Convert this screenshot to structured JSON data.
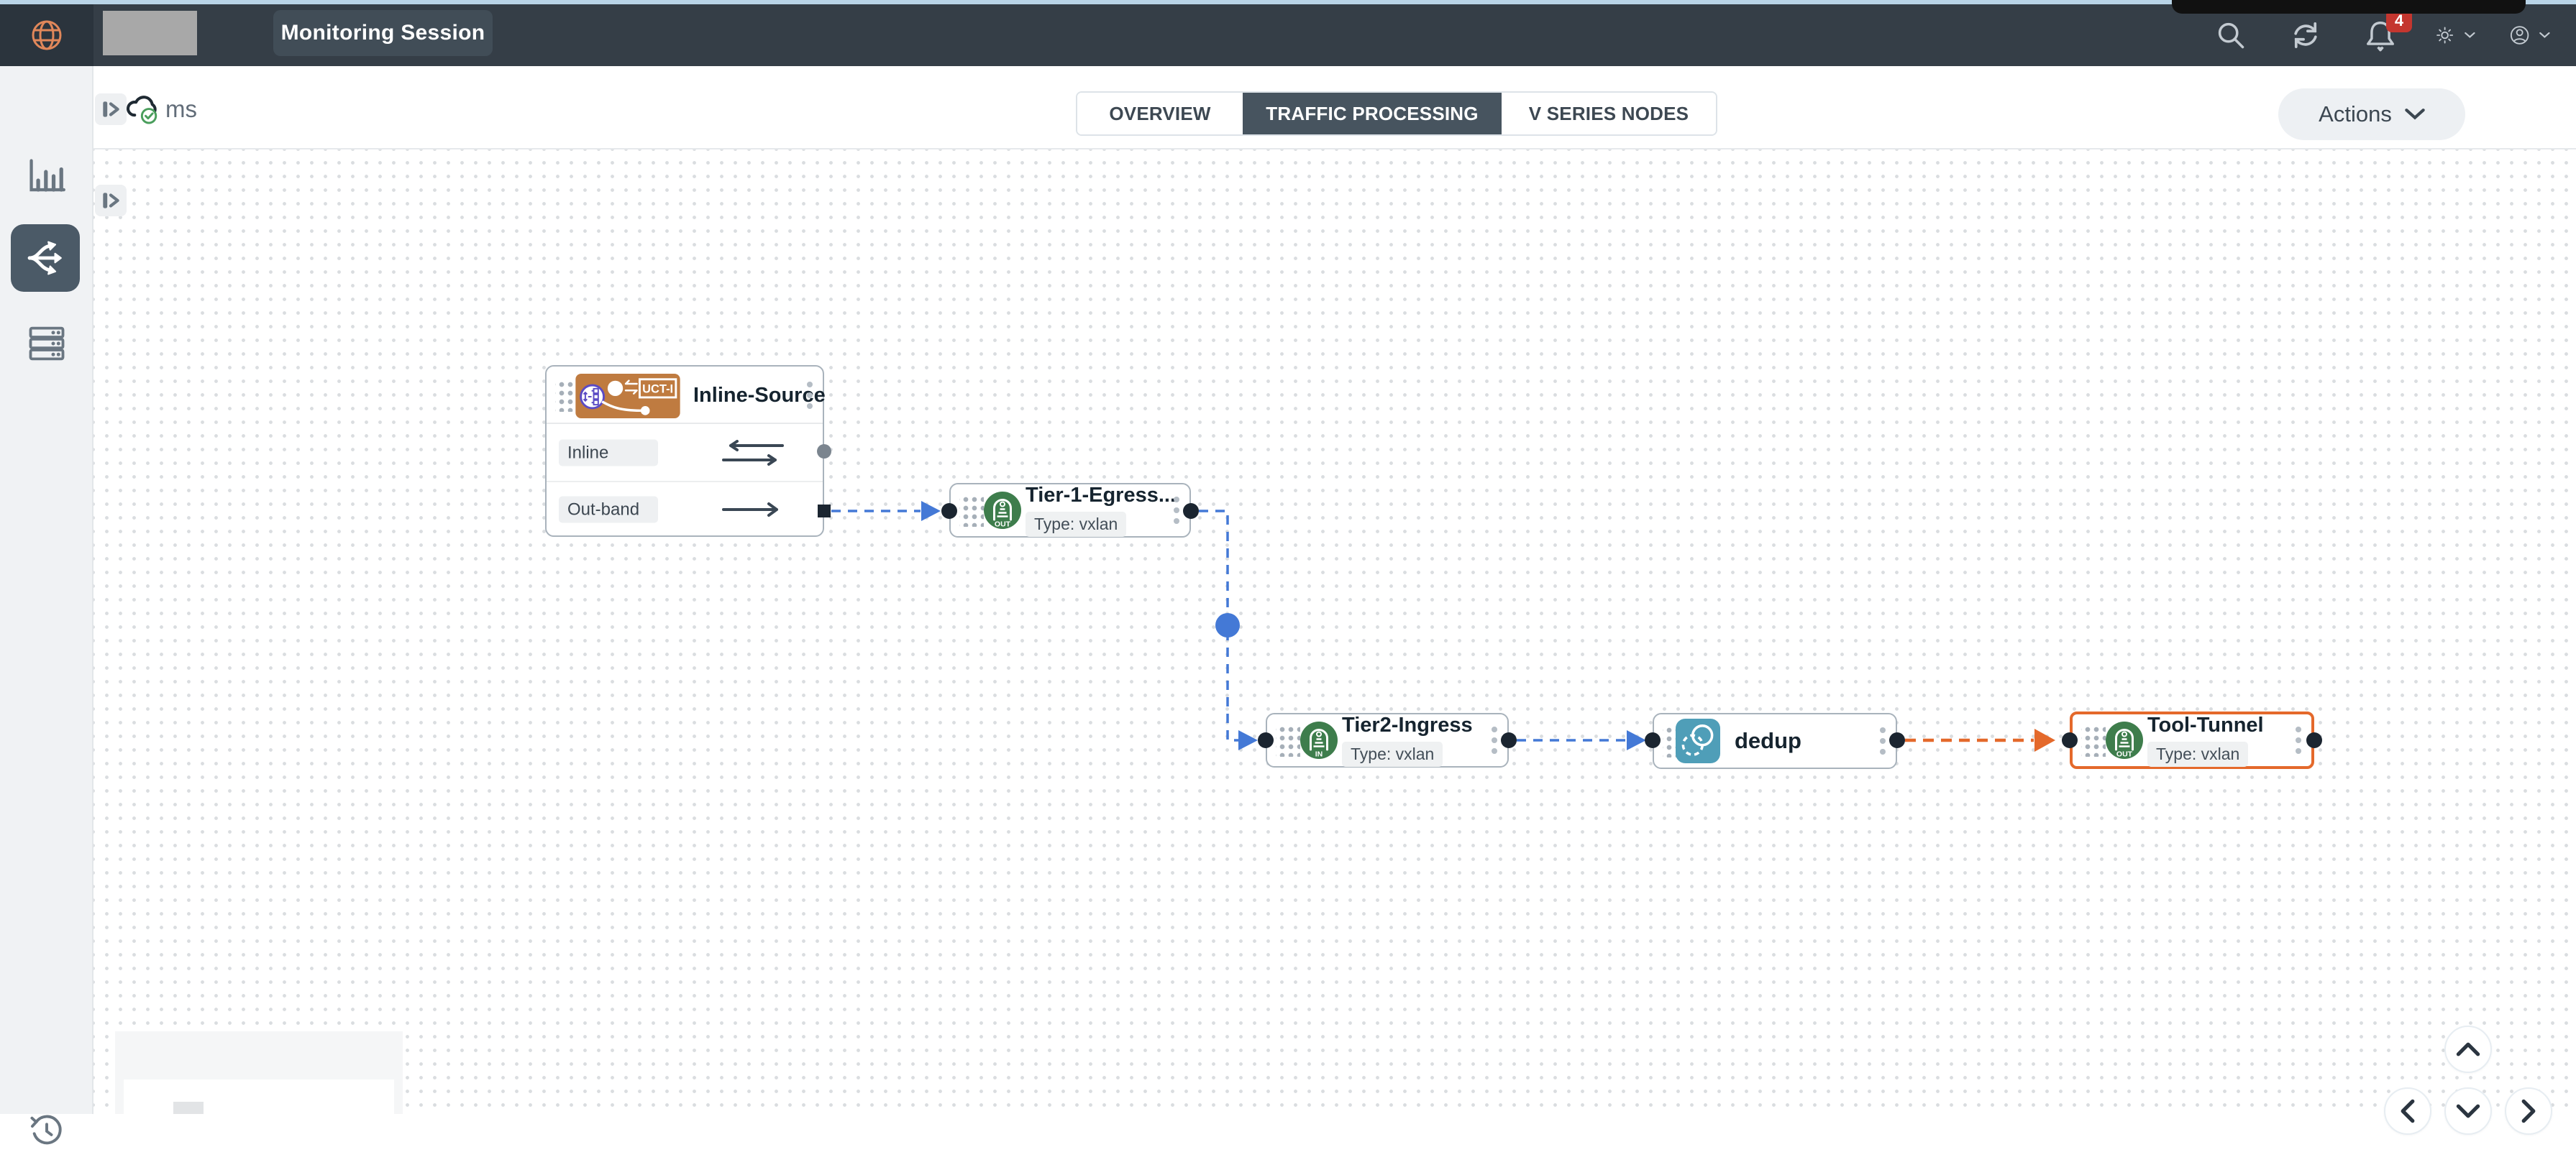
{
  "colors": {
    "accent-blue": "#4479d6",
    "accent-orange": "#e4692b",
    "green": "#3e7d4c",
    "teal": "#4f9eb8",
    "badge-orange": "#bf7b40",
    "topbar": "#353e47",
    "active-tab": "#47545f",
    "notification-red": "#c4362f"
  },
  "topbar": {
    "title": "Monitoring Session",
    "notification_count": "4"
  },
  "header": {
    "session_name": "ms",
    "tabs": [
      {
        "label": "OVERVIEW",
        "active": false
      },
      {
        "label": "TRAFFIC PROCESSING",
        "active": true
      },
      {
        "label": "V SERIES NODES",
        "active": false
      }
    ],
    "actions_label": "Actions"
  },
  "canvas": {
    "nodes": [
      {
        "id": "inline-source",
        "title": "Inline-Source",
        "badge_label": "UCT-I",
        "ports": [
          {
            "label": "Inline",
            "direction": "bidirectional"
          },
          {
            "label": "Out-band",
            "direction": "out"
          }
        ]
      },
      {
        "id": "tier-1-egress",
        "title": "Tier-1-Egress...",
        "type_label": "Type: vxlan",
        "icon_label": "OUT"
      },
      {
        "id": "tier2-ingress",
        "title": "Tier2-Ingress",
        "type_label": "Type: vxlan",
        "icon_label": "IN"
      },
      {
        "id": "dedup",
        "title": "dedup"
      },
      {
        "id": "tool-tunnel",
        "title": "Tool-Tunnel",
        "type_label": "Type: vxlan",
        "icon_label": "OUT",
        "selected": true
      }
    ]
  }
}
